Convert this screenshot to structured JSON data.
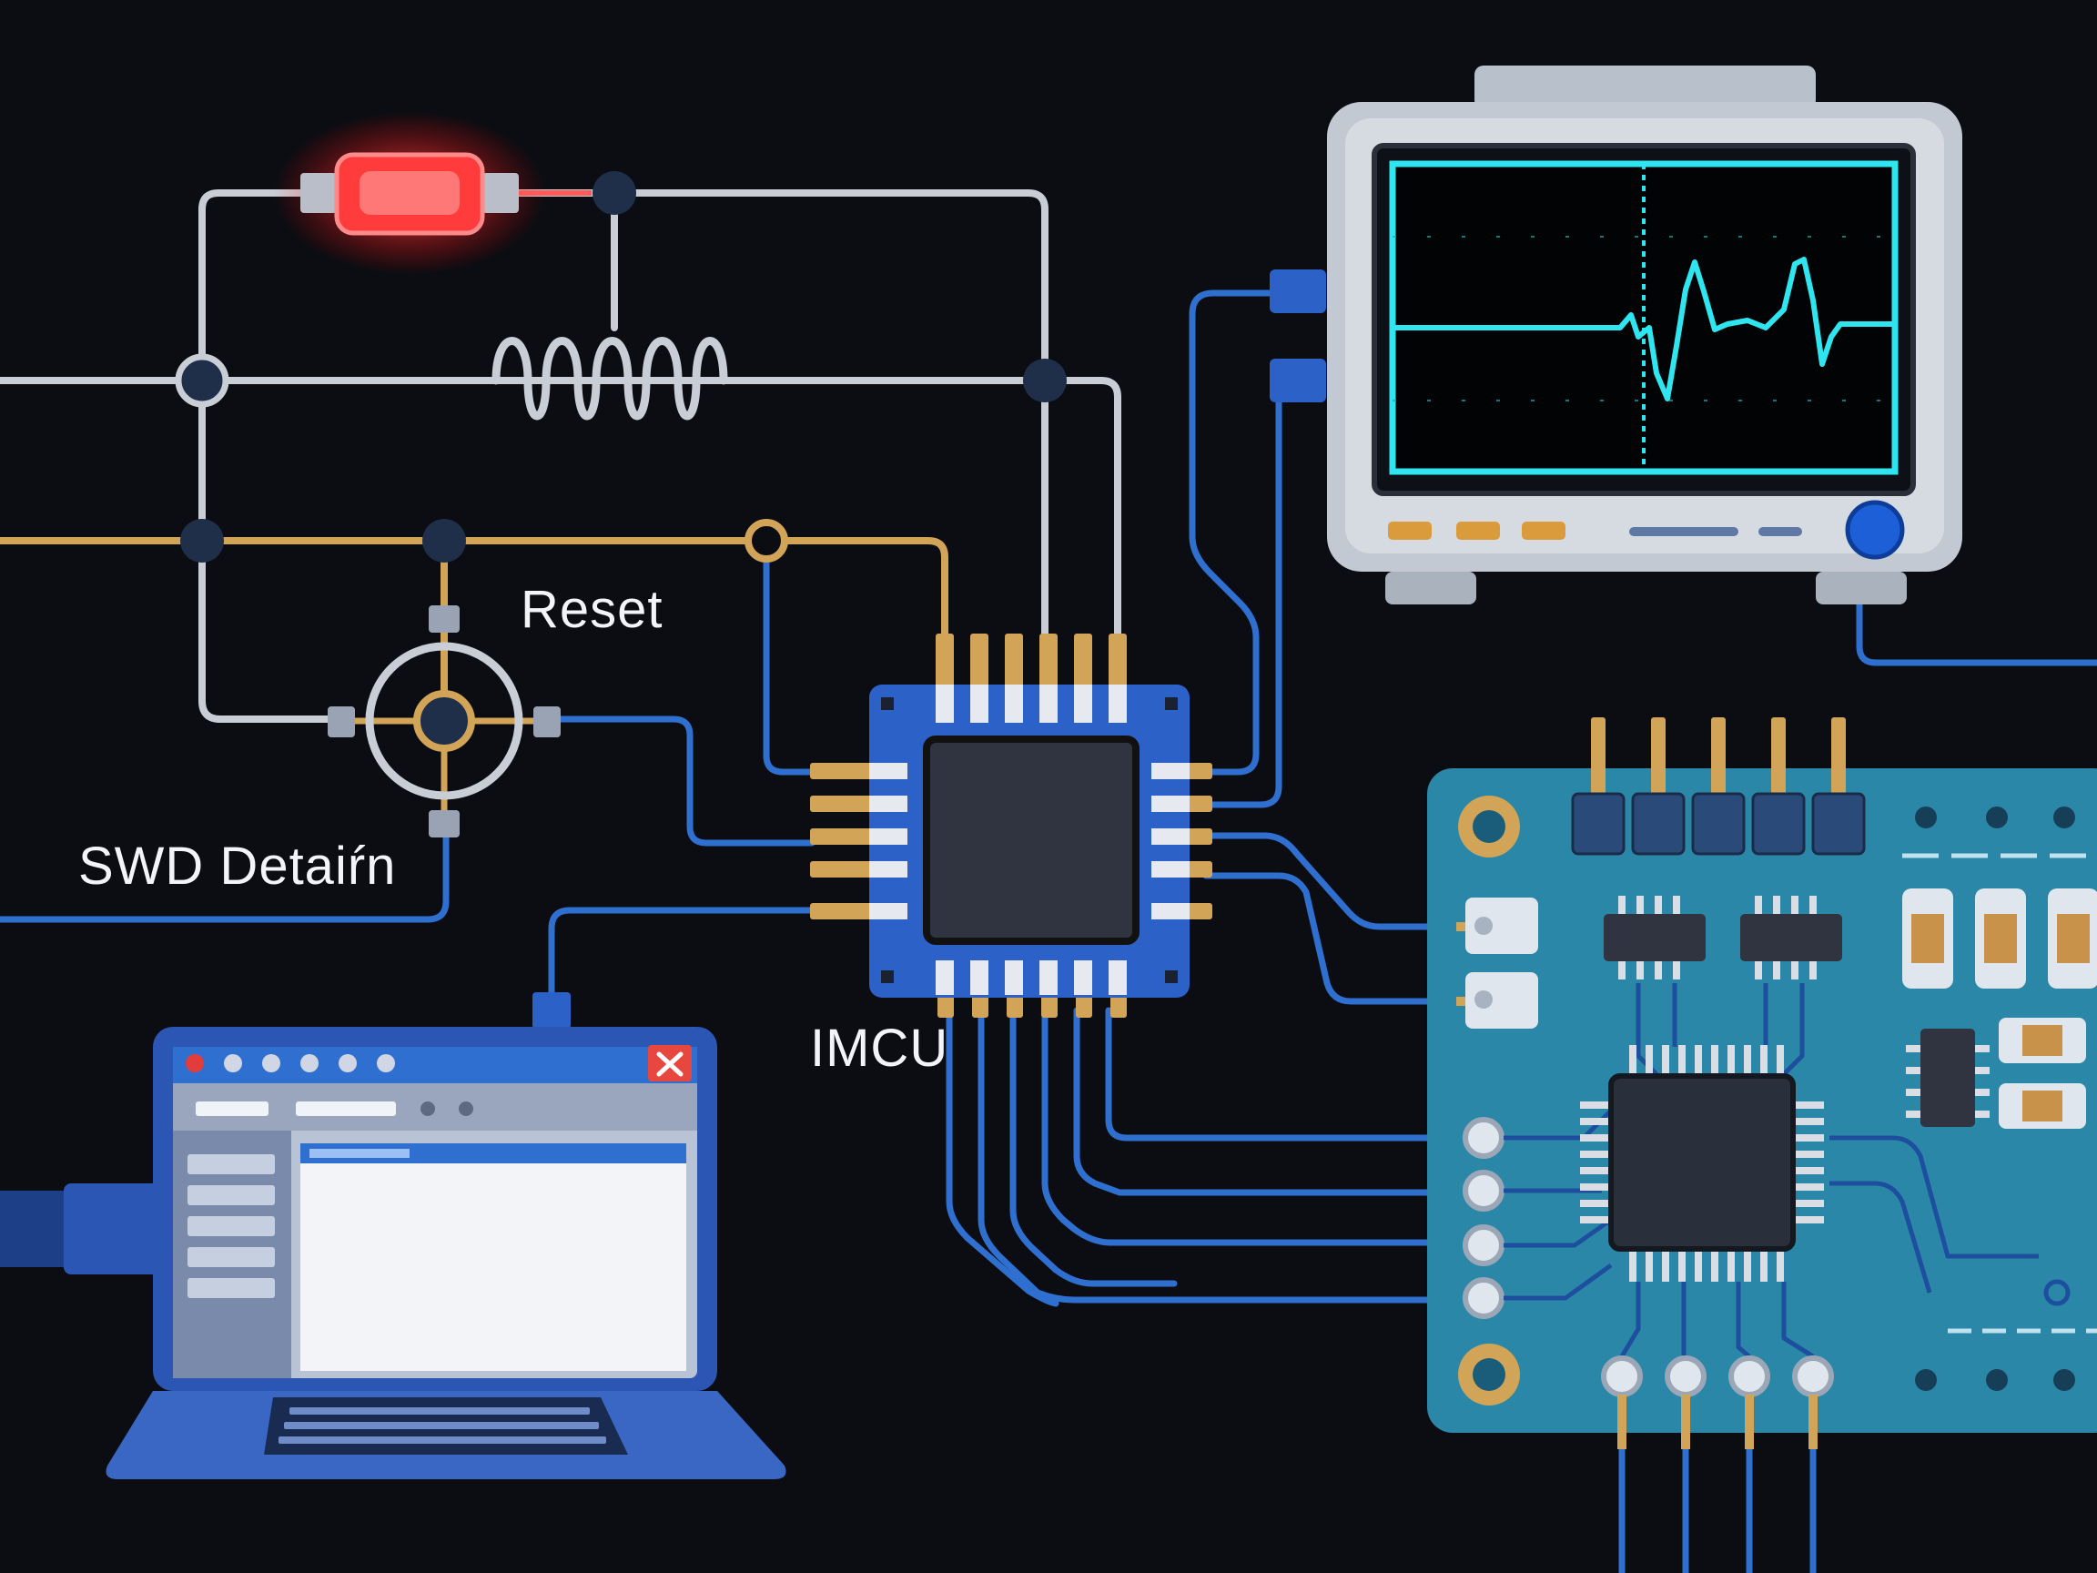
{
  "labels": {
    "reset": "Reset",
    "swd_detail": "SWD Detaiŕn",
    "mcu": "IMCU"
  },
  "colors": {
    "background": "#0b0d12",
    "wire_white": "#c9ced6",
    "wire_gold": "#d1a457",
    "wire_blue": "#2f6fd0",
    "node": "#1f2f4a",
    "led": "#ff3b3b",
    "scope_trace": "#2fe6f0",
    "pcb": "#2a87a8",
    "chip": "#2f3440",
    "laptop_frame": "#2c56b4"
  },
  "components": {
    "led": "red-led-icon",
    "resistor": "resistor-coil-icon",
    "switch": "crosshair-switch-icon",
    "mcu": "qfp-chip-icon",
    "oscilloscope": "oscilloscope-icon",
    "laptop": "laptop-icon",
    "pcb": "circuit-board-icon"
  }
}
